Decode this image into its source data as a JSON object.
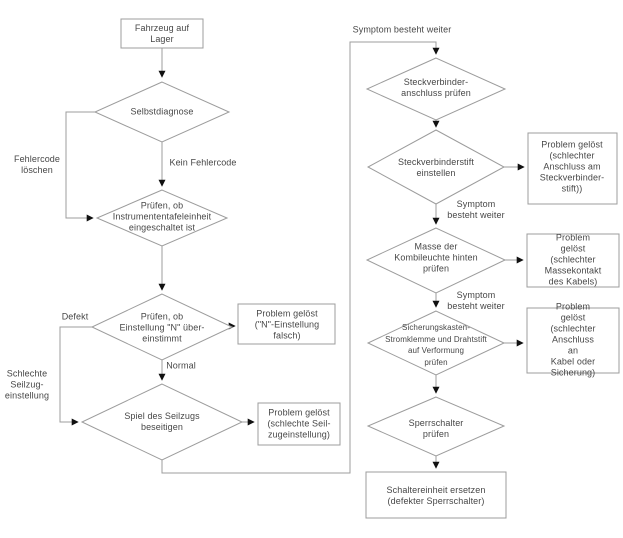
{
  "diagram_type": "flowchart",
  "language": "de",
  "colors": {
    "background": "#ffffff",
    "line": "#9c9c9c",
    "text": "#474747",
    "arrowhead": "#111111"
  },
  "nodes": {
    "start": "Fahrzeug auf\nLager",
    "selbstdiagnose": "Selbstdiagnose",
    "instrumententafel": "Prüfen, ob\nInstrumententafeleinheit\neingeschaltet ist",
    "einstellung_n": "Prüfen, ob\nEinstellung \"N\" über-\neinstimmt",
    "spiel_seilzug": "Spiel des Seilzugs\nbeseitigen",
    "problem_n": "Problem gelöst\n(\"N\"-Einstellung\nfalsch)",
    "problem_seilzug": "Problem gelöst\n(schlechte Seil-\nzugeinstellung)",
    "steckverbinder_anschluss": "Steckverbinder-\nanschluss prüfen",
    "steckverbinderstift": "Steckverbinderstift\neinstellen",
    "problem_steckverbinderstift": "Problem gelöst\n(schlechter\nAnschluss am\nSteckverbinder-\nstift))",
    "masse_kombileuchte": "Masse der\nKombileuchte hinten\nprüfen",
    "problem_massekontakt": "Problem gelöst\n(schlechter\nMassekontakt\ndes Kabels)",
    "sicherungskasten": "Sicherungskasten-\nStromklemme und Drahtstift\nauf Verformung\nprüfen",
    "problem_sicherung": "Problem gelöst\n(schlechter\nAnschluss an\nKabel oder\nSicherung)",
    "sperrschalter": "Sperrschalter\nprüfen",
    "schaltereinheit": "Schaltereinheit ersetzen\n(defekter Sperrschalter)"
  },
  "edge_labels": {
    "fehlercode_loeschen": "Fehlercode\nlöschen",
    "kein_fehlercode": "Kein Fehlercode",
    "defekt": "Defekt",
    "normal": "Normal",
    "schlechte_seilzugeinstellung": "Schlechte\nSeilzug-\neinstellung",
    "symptom_besteht_weiter_top": "Symptom besteht weiter",
    "symptom_besteht_weiter_1": "Symptom\nbesteht weiter",
    "symptom_besteht_weiter_2": "Symptom\nbesteht weiter"
  }
}
